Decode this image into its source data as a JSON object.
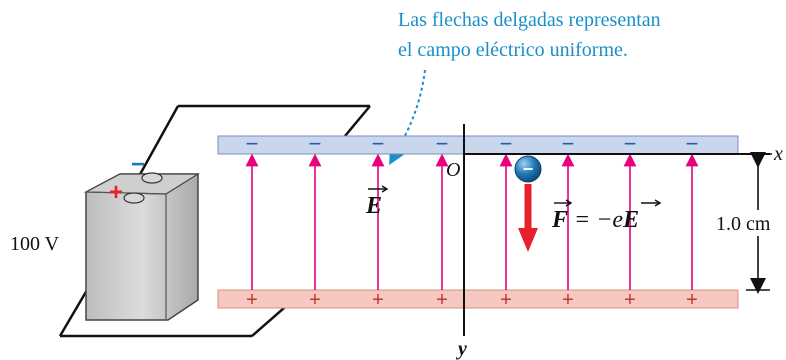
{
  "caption": {
    "line1": "Las flechas delgadas representan",
    "line2": "el campo eléctrico uniforme."
  },
  "battery": {
    "voltage_label": "100 V",
    "negative_terminal": "−",
    "positive_terminal": "+"
  },
  "plates": {
    "top_sign": "−",
    "bottom_sign": "+",
    "top_color": "#c9d6ec",
    "bottom_color": "#f5c9bf"
  },
  "axes": {
    "origin_label": "O",
    "x_label": "x",
    "y_label": "y"
  },
  "field": {
    "label": "E",
    "arrow_color": "#e6007e"
  },
  "electron": {
    "symbol": "−",
    "color": "#1f78b8"
  },
  "force": {
    "label_F": "F",
    "label_equals": " = −e",
    "label_E": "E",
    "arrow_color": "#e8202a"
  },
  "dimension": {
    "label": "1.0 cm"
  }
}
